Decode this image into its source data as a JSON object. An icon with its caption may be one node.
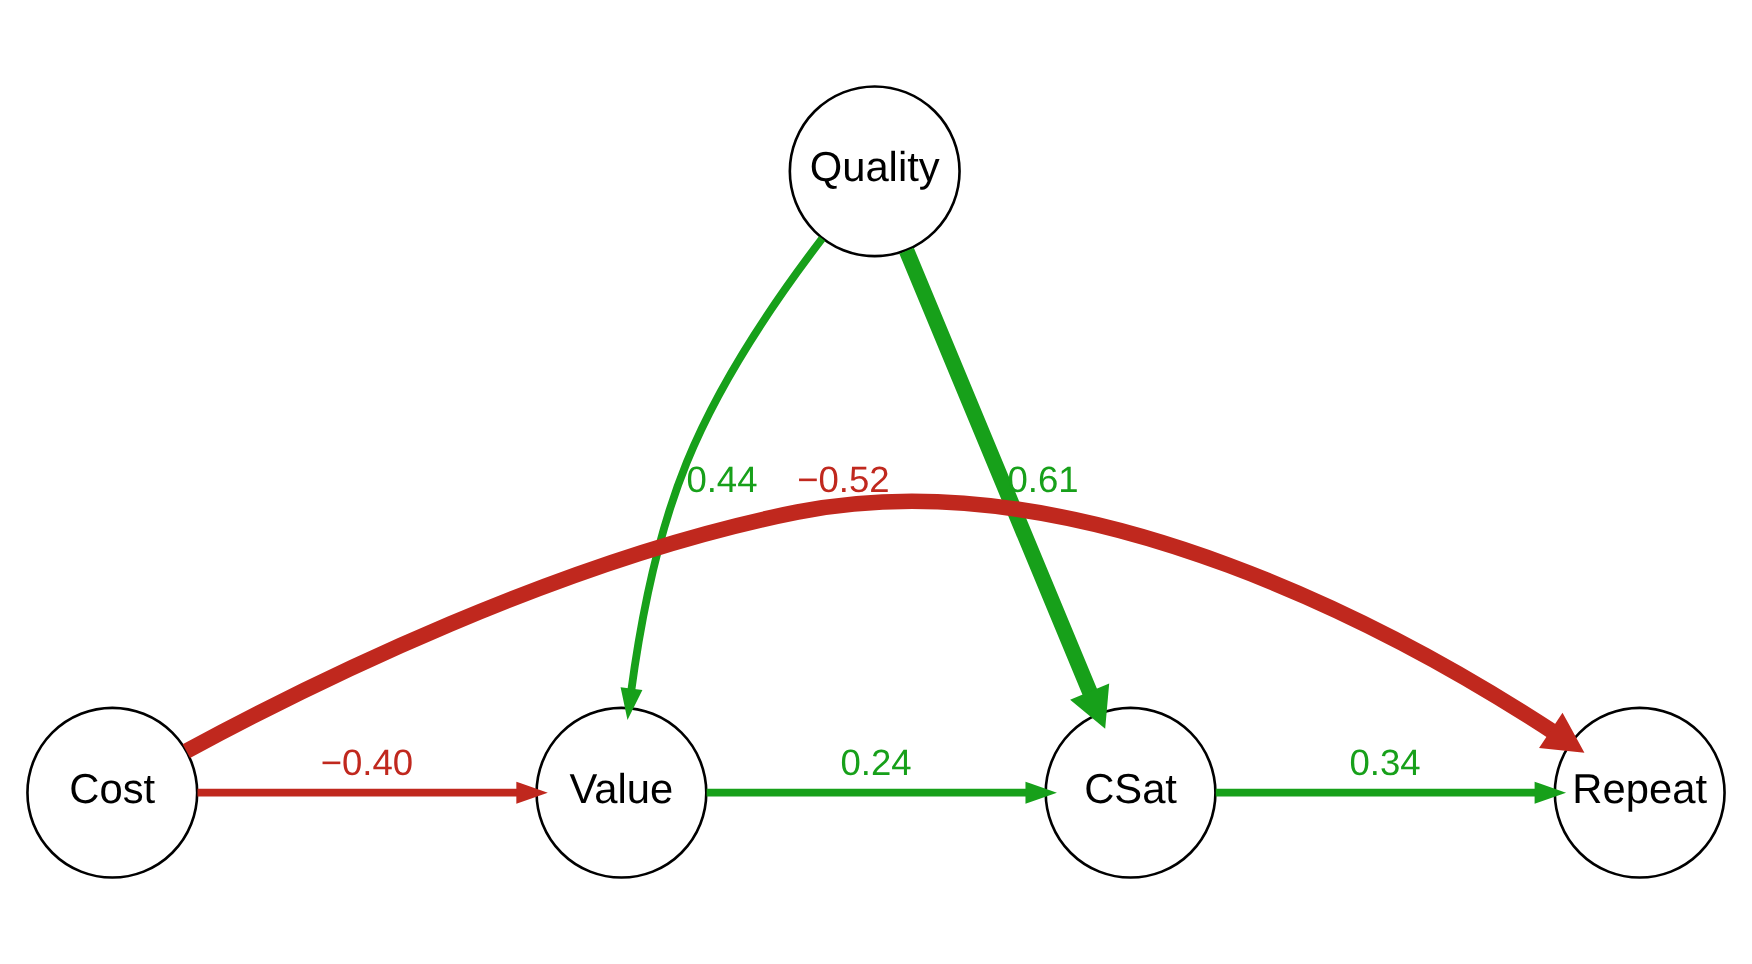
{
  "diagram": {
    "nodes": [
      {
        "text": [
          "Quality"
        ]
      },
      {
        "text": [
          "Cost"
        ]
      },
      {
        "text": [
          "Value"
        ]
      },
      {
        "text": [
          "CSat"
        ]
      },
      {
        "text": [
          "Repeat"
        ]
      }
    ],
    "edges": [
      {
        "from": 0,
        "to": 2,
        "arrow": "to",
        "label": "0.44"
      },
      {
        "from": 0,
        "to": 3,
        "arrow": "to",
        "label": "0.61",
        "style": "thick"
      },
      {
        "from": 1,
        "to": 4,
        "arrow": "to",
        "label": "−0.52",
        "style": "thick",
        "color": "#c0281e"
      },
      {
        "from": 1,
        "to": 2,
        "arrow": "to",
        "label": "−0.40",
        "color": "#c0281e"
      },
      {
        "from": 2,
        "to": 3,
        "arrow": "to",
        "label": "0.24"
      },
      {
        "from": 3,
        "to": 4,
        "arrow": "to",
        "label": "0.34"
      }
    ]
  }
}
